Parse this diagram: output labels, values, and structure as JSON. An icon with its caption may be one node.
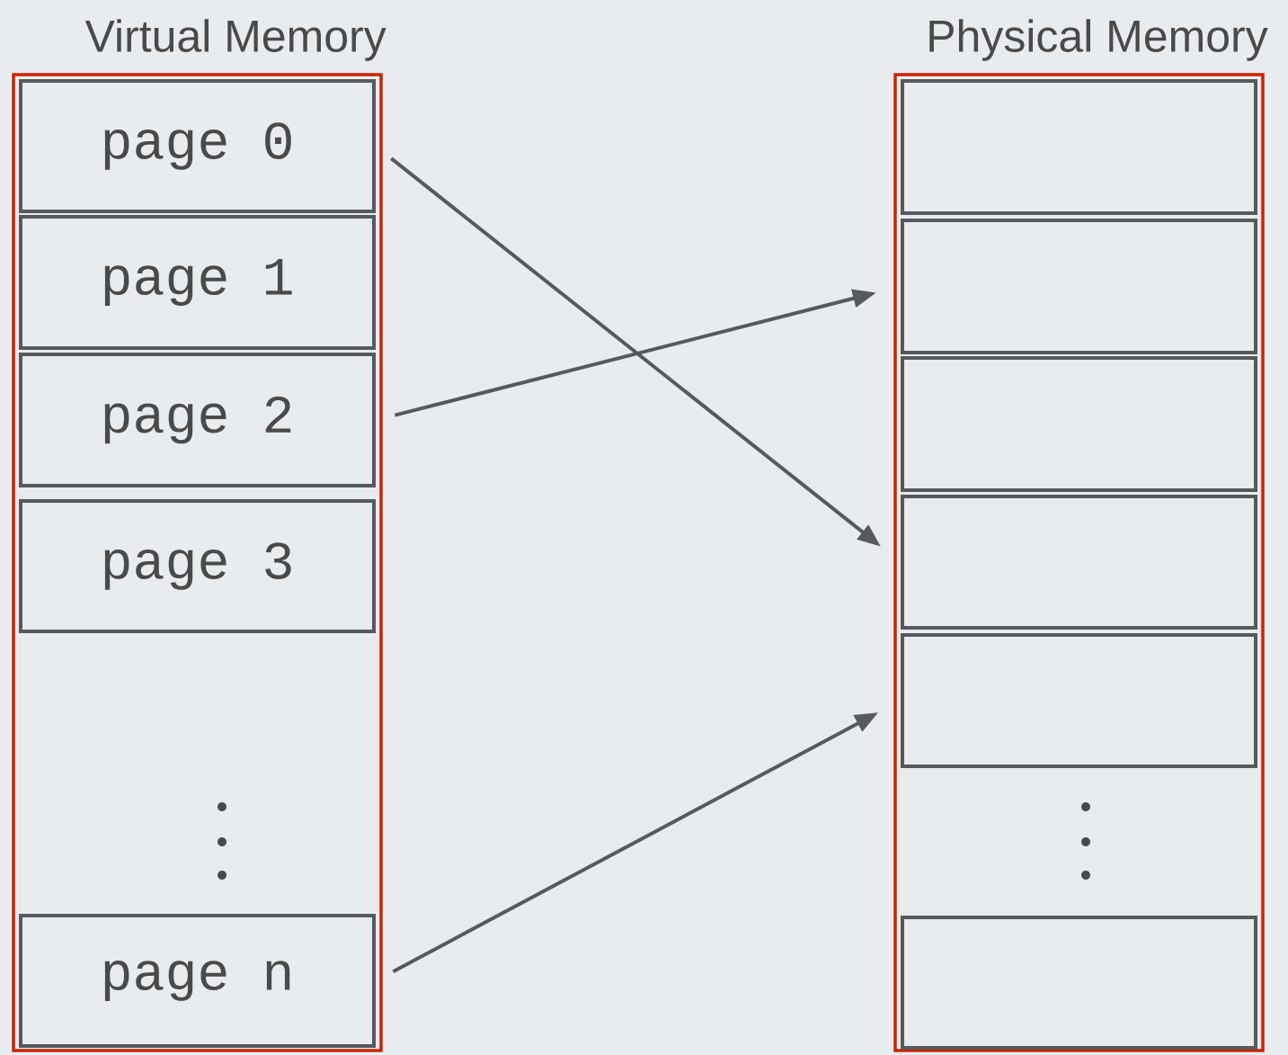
{
  "diagram": {
    "nodes": [
      {
        "text": [
          "Virtual Memory"
        ]
      },
      {
        "text": [
          "page 0"
        ],
        "in": 0
      },
      {
        "text": [
          "page 1"
        ],
        "in": 0
      },
      {
        "text": [
          "page 2"
        ],
        "in": 0
      },
      {
        "text": [
          "page 3"
        ],
        "in": 0
      },
      {
        "text": [
          "page n"
        ],
        "in": 0
      },
      {
        "text": [
          "Physical Memory"
        ]
      },
      {
        "text": [],
        "shape": "box",
        "in": 6
      },
      {
        "text": [],
        "shape": "box",
        "in": 6
      },
      {
        "text": [],
        "shape": "box",
        "in": 6
      },
      {
        "text": [],
        "shape": "box",
        "in": 6
      },
      {
        "text": [],
        "shape": "box",
        "in": 6
      },
      {
        "text": [],
        "shape": "box",
        "in": 6
      }
    ],
    "edges": [
      {
        "from": 1,
        "to": 10,
        "arrow": "to"
      },
      {
        "from": 3,
        "to": 8,
        "arrow": "to"
      },
      {
        "from": 5,
        "to": 11,
        "arrow": "to"
      }
    ]
  }
}
